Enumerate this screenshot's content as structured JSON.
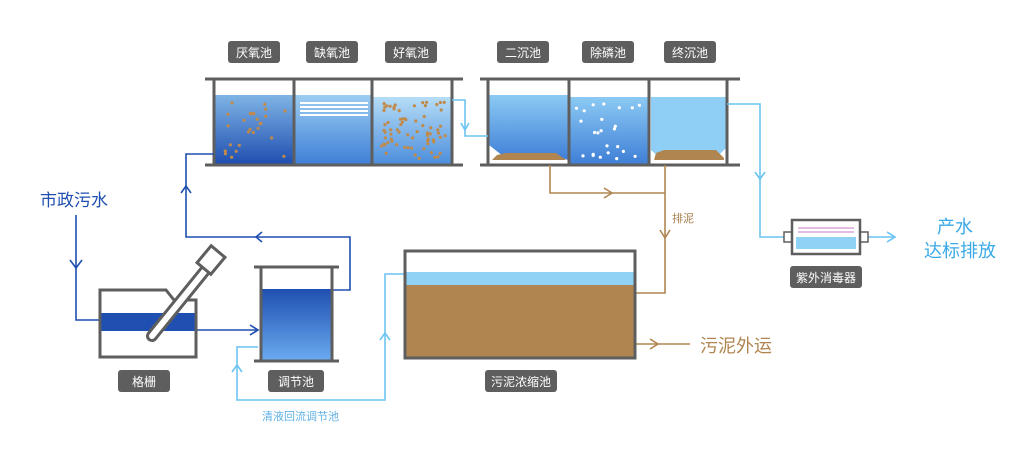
{
  "tanks_top": [
    "厌氧池",
    "缺氧池",
    "好氧池",
    "二沉池",
    "除磷池",
    "终沉池"
  ],
  "inlet": "市政污水",
  "screen": "格栅",
  "regulating_tank": "调节池",
  "thickener": "污泥浓缩池",
  "uv": "紫外消毒器",
  "sludge_discharge": "排泥",
  "sludge_out": "污泥外运",
  "clear_return": "清液回流调节池",
  "outlet_line1": "产水",
  "outlet_line2": "达标排放",
  "colors": {
    "dark_blue": "#1f4fb0",
    "light_blue": "#6cc4f2",
    "sludge": "#b08550",
    "frame": "#5e5e5e"
  }
}
